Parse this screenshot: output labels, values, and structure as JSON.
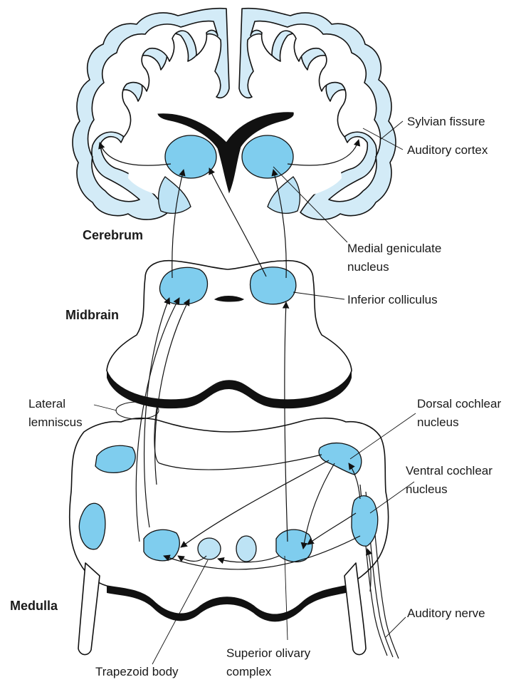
{
  "labels": {
    "sylvian_fissure": "Sylvian fissure",
    "auditory_cortex": "Auditory cortex",
    "cerebrum": "Cerebrum",
    "medial_geniculate_1": "Medial geniculate",
    "medial_geniculate_2": "nucleus",
    "midbrain": "Midbrain",
    "inferior_colliculus": "Inferior colliculus",
    "lateral_lemniscus_1": "Lateral",
    "lateral_lemniscus_2": "lemniscus",
    "dorsal_cochlear_1": "Dorsal cochlear",
    "dorsal_cochlear_2": "nucleus",
    "ventral_cochlear_1": "Ventral cochlear",
    "ventral_cochlear_2": "nucleus",
    "medulla": "Medulla",
    "auditory_nerve": "Auditory nerve",
    "superior_olivary_1": "Superior olivary",
    "superior_olivary_2": "complex",
    "trapezoid_body": "Trapezoid body"
  },
  "colors": {
    "tissue": "#d3ebf7",
    "nucleus": "#7fcdee",
    "ink": "#111111"
  }
}
